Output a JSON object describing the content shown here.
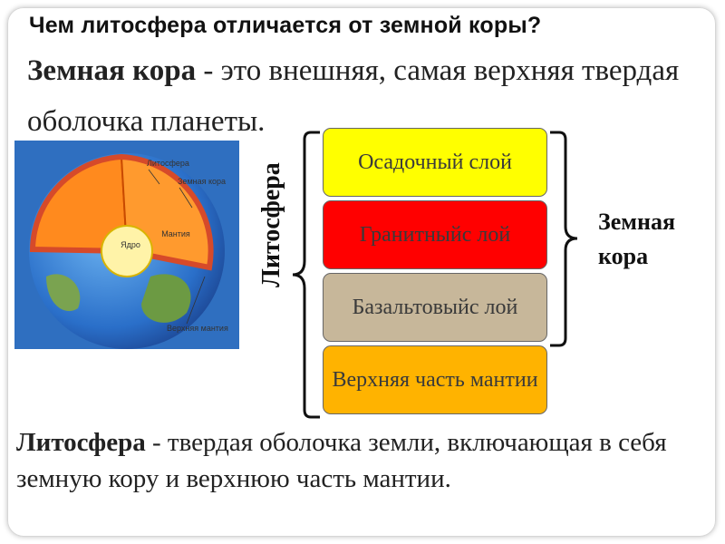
{
  "title": "Чем литосфера отличается от земной коры?",
  "crust_definition": {
    "term": "Земная кора",
    "text": " - это внешняя, самая верхняя твердая оболочка планеты."
  },
  "globe_labels": {
    "lithosphere": "Литосфера",
    "crust": "Земная кора",
    "core": "Ядро",
    "mantle": "Мантия",
    "upper_mantle": "Верхняя мантия"
  },
  "layers": [
    {
      "label": "Осадочный слой",
      "color": "#ffff00"
    },
    {
      "label": "Гранитныйс лой",
      "color": "#ff0000"
    },
    {
      "label": "Базальтовыйс лой",
      "color": "#c7b79a"
    },
    {
      "label": "Верхняя часть мантии",
      "color": "#ffb300"
    }
  ],
  "lithosphere_label": "Литосфера",
  "crust_label": "Земная кора",
  "lithosphere_definition": {
    "term": "Литосфера",
    "text": " - твердая оболочка земли, включающая в себя земную кору и верхнюю часть мантии."
  }
}
